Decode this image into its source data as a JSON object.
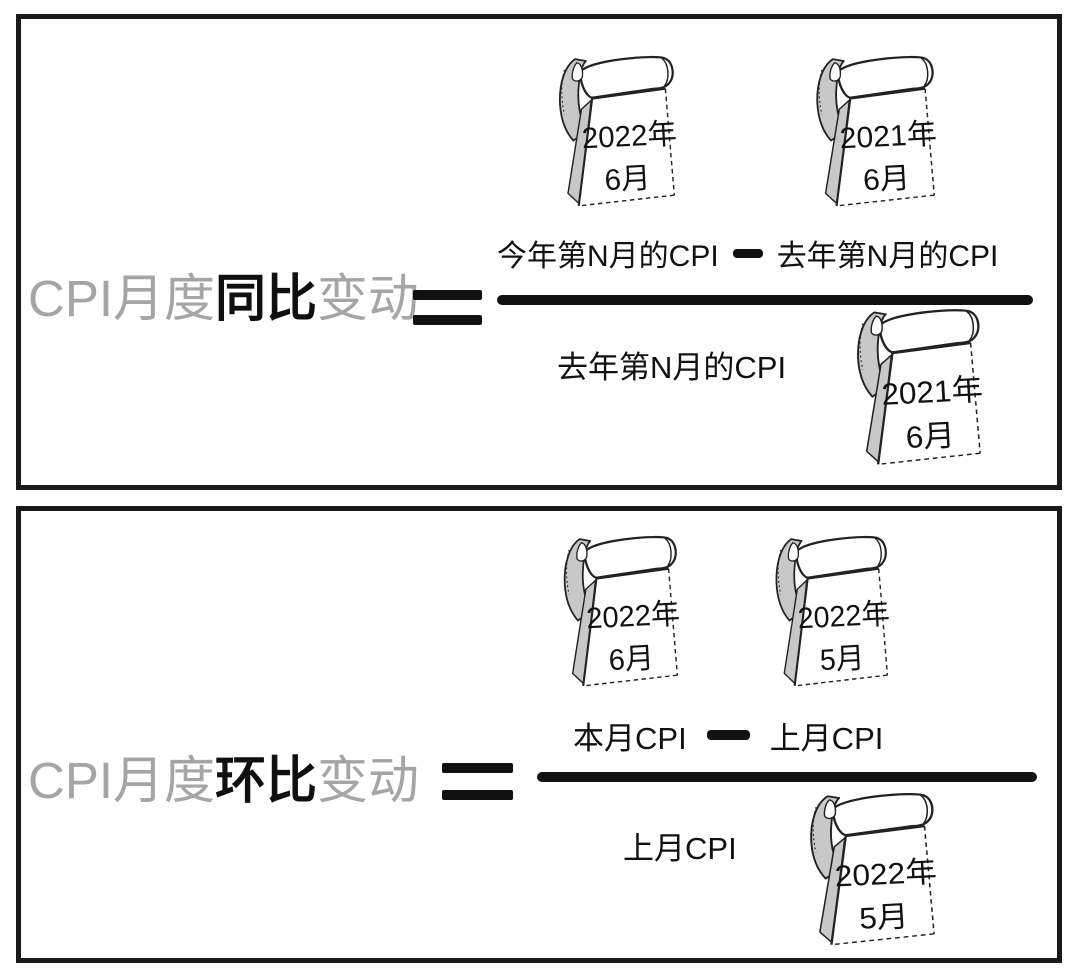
{
  "colors": {
    "background": "#ffffff",
    "panel_border": "#1a1a1a",
    "ink": "#111111",
    "gray_text": "#a5a5a5",
    "calendar_shade": "#c8c8c8"
  },
  "panels": [
    {
      "id": "yoy",
      "label": {
        "prefix": "CPI月度",
        "highlight": "同比",
        "suffix": "变动"
      },
      "equals": "=",
      "numerator": {
        "left": "今年第N月的CPI",
        "operator": "−",
        "right": "去年第N月的CPI"
      },
      "denominator": "去年第N月的CPI",
      "calendars": {
        "num_left": {
          "line1": "2022年",
          "line2": "6月"
        },
        "num_right": {
          "line1": "2021年",
          "line2": "6月"
        },
        "den": {
          "line1": "2021年",
          "line2": "6月"
        }
      }
    },
    {
      "id": "mom",
      "label": {
        "prefix": "CPI月度",
        "highlight": "环比",
        "suffix": "变动"
      },
      "equals": "=",
      "numerator": {
        "left": "本月CPI",
        "operator": "−",
        "right": "上月CPI"
      },
      "denominator": "上月CPI",
      "calendars": {
        "num_left": {
          "line1": "2022年",
          "line2": "6月"
        },
        "num_right": {
          "line1": "2022年",
          "line2": "5月"
        },
        "den": {
          "line1": "2022年",
          "line2": "5月"
        }
      }
    }
  ]
}
